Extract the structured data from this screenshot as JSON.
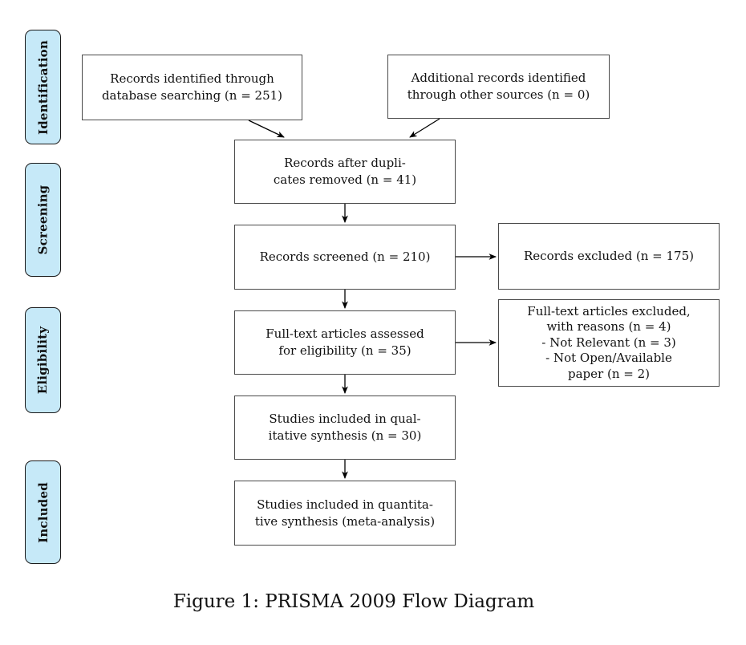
{
  "figure": {
    "caption": "Figure 1: PRISMA 2009 Flow Diagram"
  },
  "colors": {
    "background": "#ffffff",
    "stage_fill": "#c6e9f8",
    "stage_border": "#1a1a1a",
    "box_border": "#4a4a4a",
    "arrow": "#000000"
  },
  "stages": [
    {
      "label": "Identification"
    },
    {
      "label": "Screening"
    },
    {
      "label": "Eligibility"
    },
    {
      "label": "Included"
    }
  ],
  "boxes": {
    "records_identified": {
      "lines": [
        "Records identified through",
        "database searching (n = 251)"
      ]
    },
    "additional_records": {
      "lines": [
        "Additional records identified",
        "through other sources (n = 0)"
      ]
    },
    "after_duplicates": {
      "lines": [
        "Records after dupli-",
        "cates removed (n = 41)"
      ]
    },
    "records_screened": {
      "lines": [
        "Records screened (n = 210)"
      ]
    },
    "records_excluded": {
      "lines": [
        "Records excluded (n = 175)"
      ]
    },
    "fulltext_assessed": {
      "lines": [
        "Full-text articles assessed",
        "for eligibility (n = 35)"
      ]
    },
    "fulltext_excluded": {
      "lines": [
        "Full-text articles excluded,",
        "with reasons (n = 4)",
        "- Not Relevant (n = 3)",
        "- Not Open/Available",
        "paper (n = 2)"
      ]
    },
    "qualitative_synthesis": {
      "lines": [
        "Studies included in qual-",
        "itative synthesis (n = 30)"
      ]
    },
    "quantitative_synthesis": {
      "lines": [
        "Studies included in quantita-",
        "tive synthesis (meta-analysis)"
      ]
    }
  }
}
